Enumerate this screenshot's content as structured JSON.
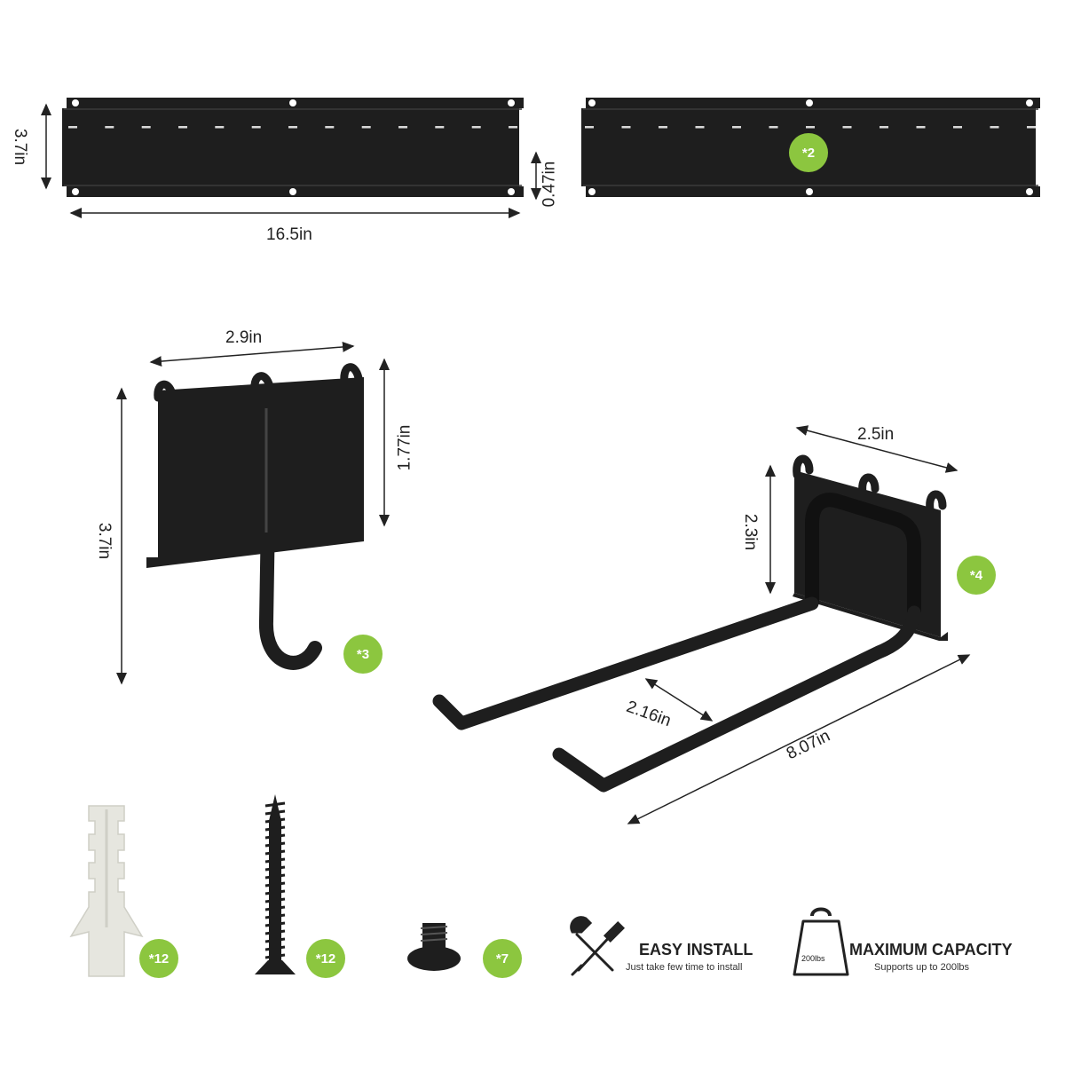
{
  "dimensions": {
    "rail_height": "3.7in",
    "rail_length": "16.5in",
    "rail_lip": "0.47in",
    "hook_width": "2.9in",
    "hook_plate_height": "1.77in",
    "hook_height": "3.7in",
    "double_hook_width": "2.5in",
    "double_hook_height": "2.3in",
    "double_hook_spacing": "2.16in",
    "double_hook_length": "8.07in"
  },
  "quantities": {
    "rail": "*2",
    "single_hook": "*3",
    "double_hook": "*4",
    "anchor": "*12",
    "screw": "*12",
    "bolt": "*7"
  },
  "features": {
    "easy_install_title": "EASY INSTALL",
    "easy_install_sub": "Just take few time to install",
    "capacity_title": "MAXIMUM CAPACITY",
    "capacity_sub": "Supports up to 200lbs",
    "weight_label": "200lbs"
  },
  "colors": {
    "badge": "#8cc63f",
    "metal": "#1e1e1e",
    "plastic": "#e6e6df"
  }
}
